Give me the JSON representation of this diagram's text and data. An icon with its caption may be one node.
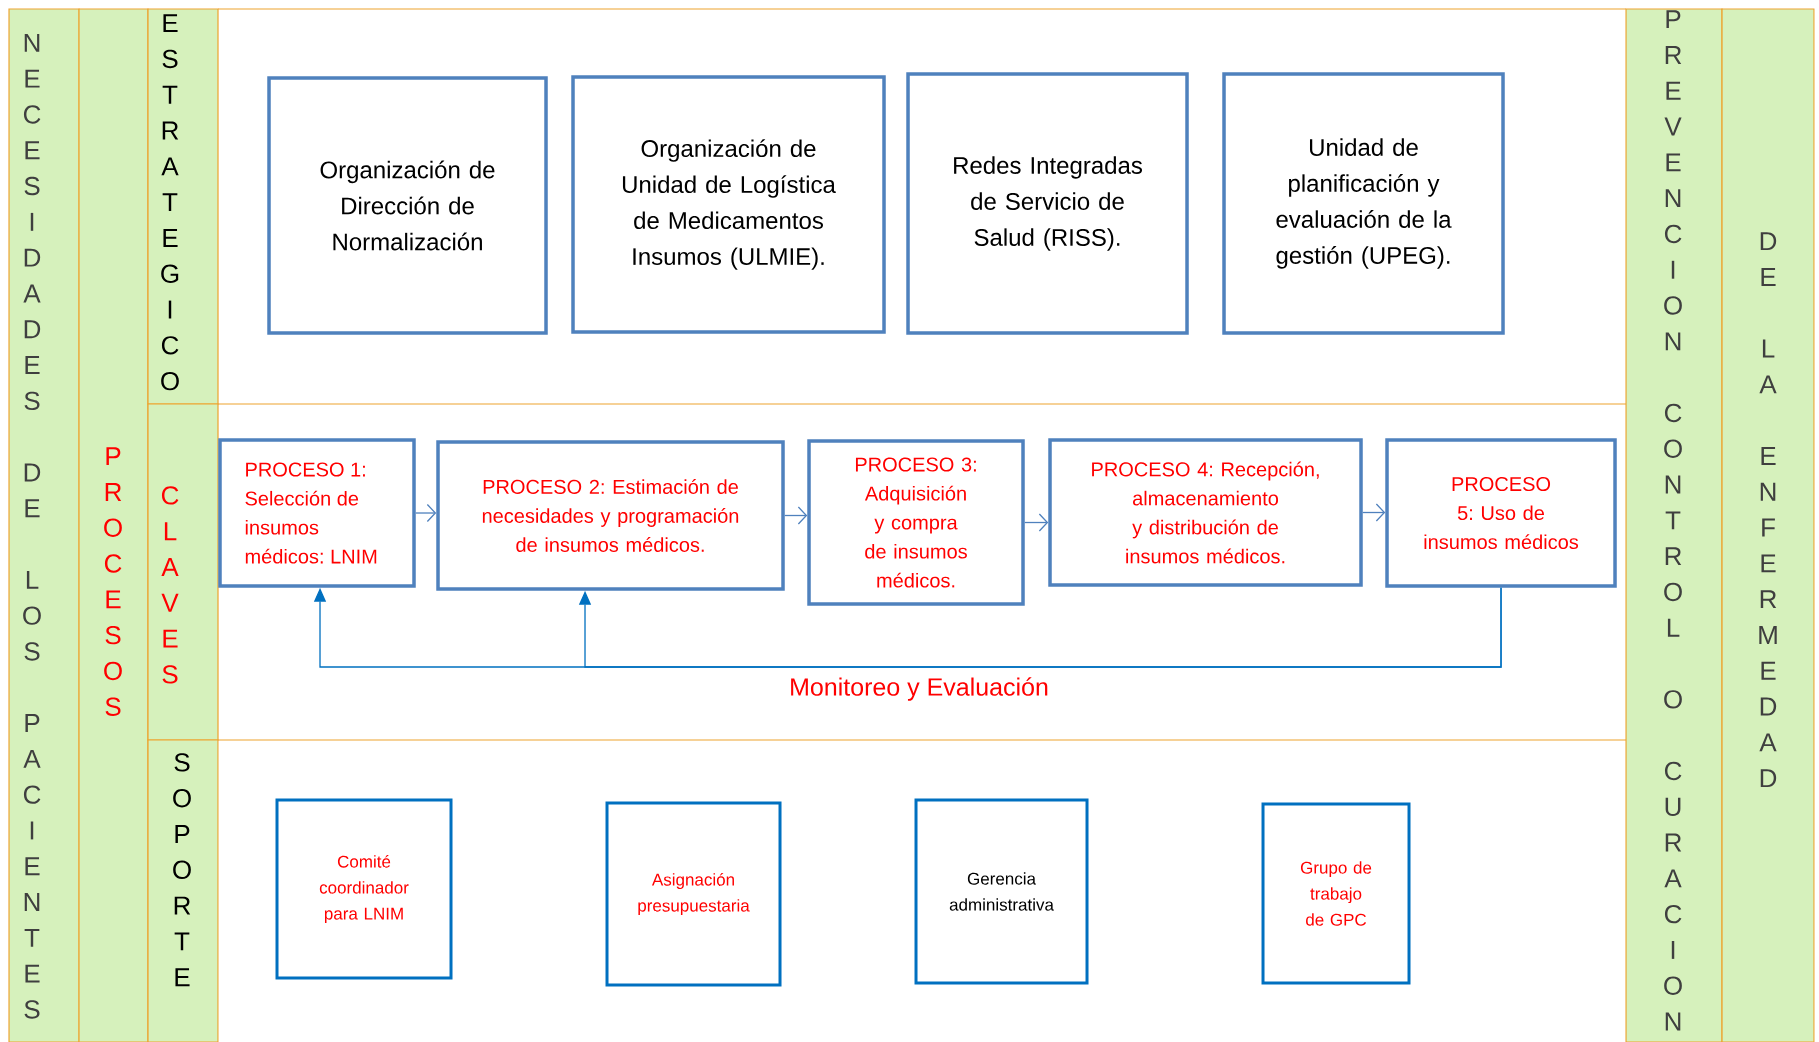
{
  "diagram": {
    "nodes": [
      {
        "text": [
          "NECESIDADES DE LOS PACIENTES"
        ]
      },
      {
        "text": [
          "PROCESOS"
        ]
      },
      {
        "text": [
          "ESTRATEGICO"
        ]
      },
      {
        "text": [
          "CLAVES"
        ]
      },
      {
        "text": [
          "SOPORTE"
        ]
      },
      {
        "text": [
          "Organización de Dirección de Normalización"
        ]
      },
      {
        "text": [
          "Organización de Unidad de Logística de Medicamentos Insumos (ULMIE)."
        ]
      },
      {
        "text": [
          "Redes Integradas de Servicio de Salud (RISS)."
        ]
      },
      {
        "text": [
          "Unidad de planificación y evaluación de la gestión (UPEG)."
        ]
      },
      {
        "text": [
          "PROCESO 1: Selección de insumos médicos: LNIM"
        ]
      },
      {
        "text": [
          "PROCESO 2: Estimación de necesidades y programación de insumos médicos."
        ]
      },
      {
        "text": [
          "PROCESO 3: Adquisición y compra de insumos médicos."
        ]
      },
      {
        "text": [
          "PROCESO 4: Recepción, almacenamiento y distribución de insumos médicos."
        ]
      },
      {
        "text": [
          "PROCESO 5: Uso de insumos médicos"
        ]
      },
      {
        "text": [
          "Comité coordinador para LNIM"
        ]
      },
      {
        "text": [
          "Asignación presupuestaria"
        ]
      },
      {
        "text": [
          "Gerencia administrativa"
        ]
      },
      {
        "text": [
          "Grupo de trabajo de GPC"
        ]
      },
      {
        "text": [
          "PREVENCION CONTROL O CURACION"
        ]
      },
      {
        "text": [
          "DE LA ENFERMEDAD"
        ]
      }
    ],
    "edges": [
      {
        "from": 9,
        "to": 10,
        "arrow": "to"
      },
      {
        "from": 10,
        "to": 11,
        "arrow": "to"
      },
      {
        "from": 11,
        "to": 12,
        "arrow": "to"
      },
      {
        "from": 12,
        "to": 13,
        "arrow": "to"
      },
      {
        "from": 13,
        "to": 9,
        "arrow": "to",
        "label": "Monitoreo y Evaluación",
        "color": "#0070c0"
      },
      {
        "from": 13,
        "to": 10,
        "arrow": "to",
        "color": "#0070c0"
      }
    ]
  }
}
